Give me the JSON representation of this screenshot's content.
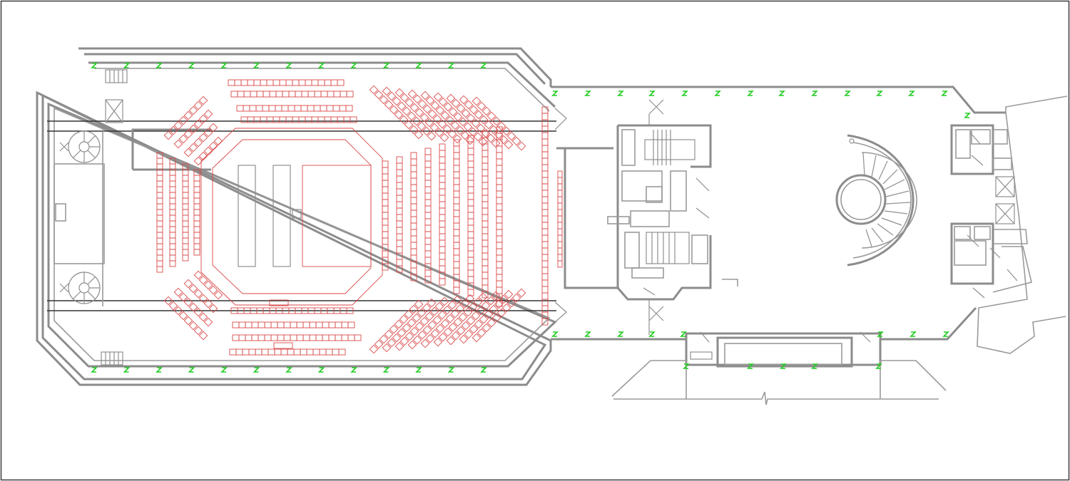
{
  "drawing": {
    "type": "architectural-floor-plan",
    "colors": {
      "frame": "#333333",
      "walls": "#8c8c8c",
      "seating": "#d94a4a",
      "markers": "#22cc22",
      "background": "#ffffff"
    },
    "elements": {
      "auditorium": "auditorium-hall",
      "stage": "stage-area",
      "lobby": "lobby-area",
      "spiral_stair": "spiral-staircase",
      "core": "service-core",
      "entrance": "entrance-canopy"
    },
    "seating": {
      "top_block_rows": 4,
      "bottom_block_rows": 4,
      "side_ring_rows": 9
    }
  }
}
